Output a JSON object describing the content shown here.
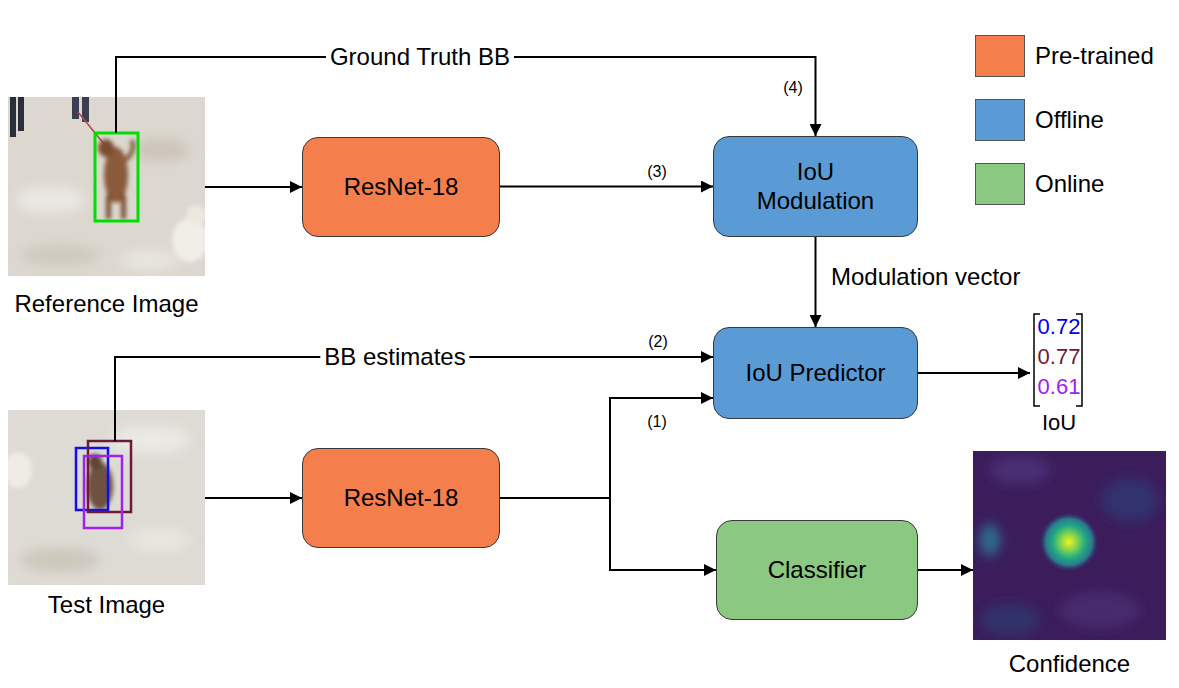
{
  "diagram": {
    "nodes": [
      {
        "text": [
          "Reference Image"
        ]
      },
      {
        "text": [
          "ResNet-18"
        ]
      },
      {
        "text": [
          "IoU Modulation"
        ]
      },
      {
        "text": [
          "IoU Predictor"
        ]
      },
      {
        "text": [
          "0.72",
          "0.77",
          "0.61",
          "IoU"
        ]
      },
      {
        "text": [
          "Test Image"
        ]
      },
      {
        "text": [
          "ResNet-18"
        ]
      },
      {
        "text": [
          "Classifier"
        ]
      },
      {
        "text": [
          "Confidence"
        ]
      }
    ],
    "edges": [
      {
        "from": 0,
        "to": 1,
        "arrow": "to"
      },
      {
        "from": 1,
        "to": 2,
        "arrow": "to",
        "label": "(3)"
      },
      {
        "from": 0,
        "to": 2,
        "arrow": "to",
        "label": "Ground Truth BB"
      },
      {
        "from": 2,
        "to": 3,
        "arrow": "to",
        "label": "Modulation vector"
      },
      {
        "from": 5,
        "to": 3,
        "arrow": "to",
        "label": "BB estimates"
      },
      {
        "from": 5,
        "to": 6,
        "arrow": "to"
      },
      {
        "from": 6,
        "to": 3,
        "arrow": "to",
        "label": "(1)"
      },
      {
        "from": 6,
        "to": 7,
        "arrow": "to"
      },
      {
        "from": 3,
        "to": 4,
        "arrow": "to"
      },
      {
        "from": 7,
        "to": 8,
        "arrow": "to"
      }
    ],
    "labels": [
      "(4)",
      "(2)"
    ],
    "legend": [
      {
        "text": "Pre-trained",
        "color": "#F47F4D"
      },
      {
        "text": "Offline",
        "color": "#5B9BD5"
      },
      {
        "text": "Online",
        "color": "#8BC882"
      }
    ]
  }
}
